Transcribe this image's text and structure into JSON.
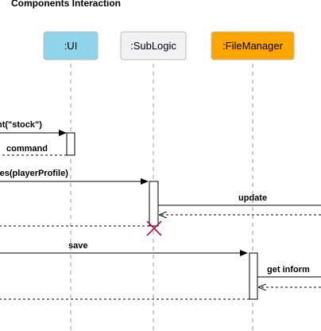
{
  "title": "Components Interaction",
  "participants": [
    {
      "id": "ui",
      "label": ":UI",
      "color": "#8fd4e8"
    },
    {
      "id": "sublogic",
      "label": ":SubLogic",
      "color": "#f2f2f4"
    },
    {
      "id": "filemanager",
      "label": ":FileManager",
      "color": "#ffa500"
    }
  ],
  "messages": [
    {
      "id": "m1",
      "label": "nt(\"stock\")",
      "kind": "call"
    },
    {
      "id": "m2",
      "label": "command",
      "kind": "return"
    },
    {
      "id": "m3",
      "label": "tes(playerProfile)",
      "kind": "call"
    },
    {
      "id": "m4",
      "label": "update",
      "kind": "call"
    },
    {
      "id": "m5",
      "label": "",
      "kind": "return"
    },
    {
      "id": "m6",
      "label": "",
      "kind": "return"
    },
    {
      "id": "m7",
      "label": "save",
      "kind": "call"
    },
    {
      "id": "m8",
      "label": "get inform",
      "kind": "call"
    },
    {
      "id": "m9",
      "label": "",
      "kind": "return"
    },
    {
      "id": "m10",
      "label": "",
      "kind": "return"
    }
  ],
  "destroy_marker": {
    "participant": "sublogic",
    "color": "#c0103a"
  },
  "colors": {
    "destroy": "#c0103a",
    "lifeline": "#9a9a9a",
    "line": "#000000"
  }
}
